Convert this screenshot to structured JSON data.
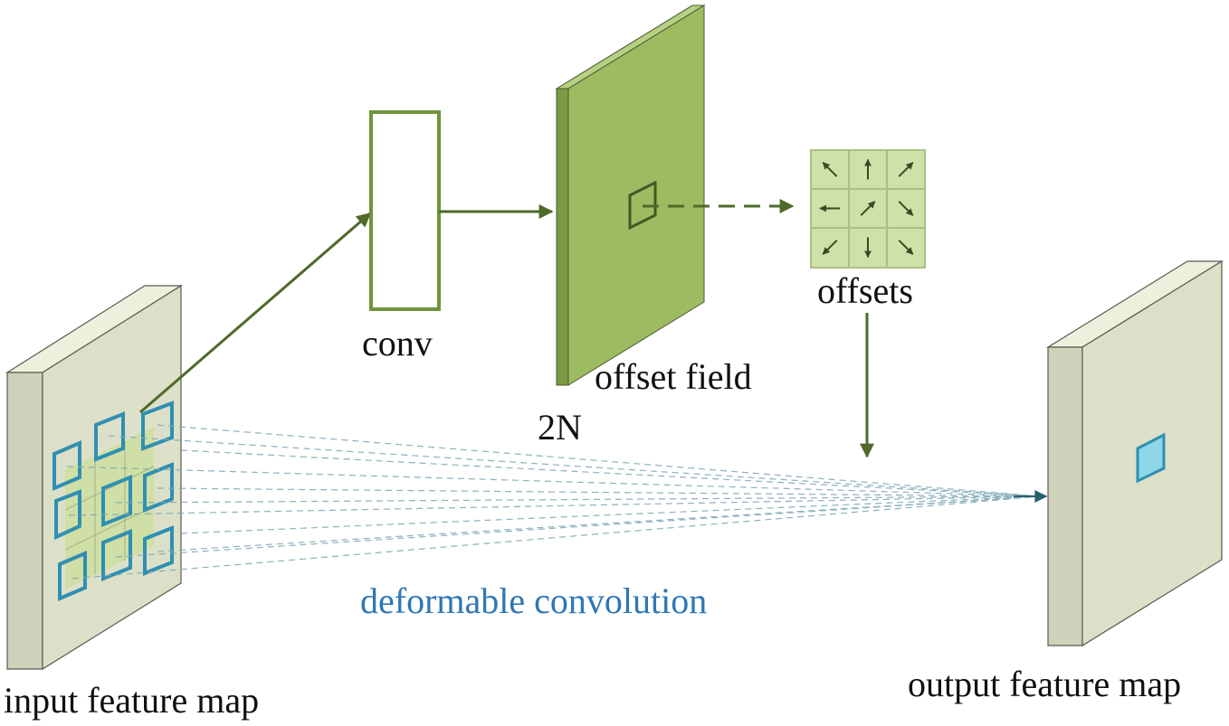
{
  "labels": {
    "conv": "conv",
    "offset_field": "offset field",
    "channels": "2N",
    "offsets": "offsets",
    "deformable_convolution": "deformable convolution",
    "input_feature_map": "input feature map",
    "output_feature_map": "output feature map"
  },
  "offset_arrow_directions": [
    "up-left",
    "up",
    "up-right",
    "left",
    "up-right",
    "down-right",
    "down-left",
    "down",
    "down-right"
  ],
  "colors": {
    "arrow_green": "#4f6a2a",
    "panel_gray_green": "#dde0c8",
    "offset_field_green": "#9dbc62",
    "offsets_cell": "#cfe0a8",
    "sample_box_blue": "#2f8fb2",
    "label_blue": "#2f77b5",
    "output_cell": "#8ed6e8"
  }
}
